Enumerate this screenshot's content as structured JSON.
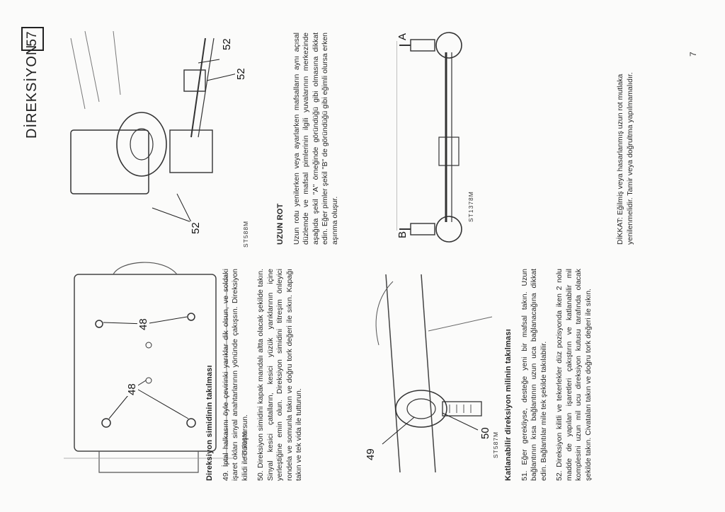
{
  "header": {
    "title": "DİREKSİYON",
    "page_number": "57"
  },
  "figures": {
    "st586": {
      "caption": "ST586M",
      "callouts": [
        "48",
        "48"
      ]
    },
    "st587": {
      "caption": "ST587M",
      "callouts": [
        "49",
        "50"
      ]
    },
    "st588": {
      "caption": "ST588M",
      "callouts": [
        "52",
        "52",
        "52"
      ]
    },
    "st1378": {
      "caption": "ST1378M",
      "labels": [
        "A",
        "B"
      ]
    }
  },
  "left_column": {
    "section1_heading": "Direksiyon simidinin takılması",
    "para49": "49. İptal halkasını öyle çevirinki yarıklar dik olsun, ve soldaki işaret okları sinyal anahtarlarının yönünde çakışsın. Direksiyon kilidi ile buluştursun.",
    "para50": "50. Direksiyon simidini kapak mandalı altta olacak şekilde takın. Sinyal kesici çatalların, kesici yüzük yarıklarının içine yerleştiğine emin olun. Direksiyon simidini titreşim önleyici rondela ve somunla takın ve doğru tork değeri ile sıkın. Kapağı takın ve tek vida ile tutturun.",
    "section2_heading": "Katlanabilir direksiyon milinin takılması",
    "para51": "51. Eğer gerekliyse, desteğe yeni bir mafsal takın. Uzun bağlantının kısa bağlantının uzun uca bağlanacağına dikkat edin. Bağlantılar mile tek şekilde takılabilir.",
    "para52": "52. Direksiyon kilitli ve tekerlekler düz pozisyonda iken 2 nolu madde de yapılan işaretleri çakıştırın ve katlanabilir mil komplesini uzun mil ucu direksiyon kutusu tarafında olacak şekilde takın. Civataları takın ve doğru tork değeri ile sıkın."
  },
  "right_column": {
    "heading": "UZUN ROT",
    "para": "Uzun rotu yenilerken veya ayarlarken mafsalların aynı açısal düzlemde ve mafsal pimlerinin ilgili yuvalarının merkezinde aşağıda şekil \"A\" örneğinde göründüğü gibi olmasına dikkat edin. Eğer pimler şekil \"B\" de göründüğü gibi eğimli olursa erken aşınma oluşur.",
    "warning": "DİKKAT: Eğilmiş veya hasarlanmış uzun rot mutlaka yenilenmelidir. Tamir veya doğrultma yapılmamalıdır."
  },
  "footer": {
    "page_mark": "7"
  }
}
